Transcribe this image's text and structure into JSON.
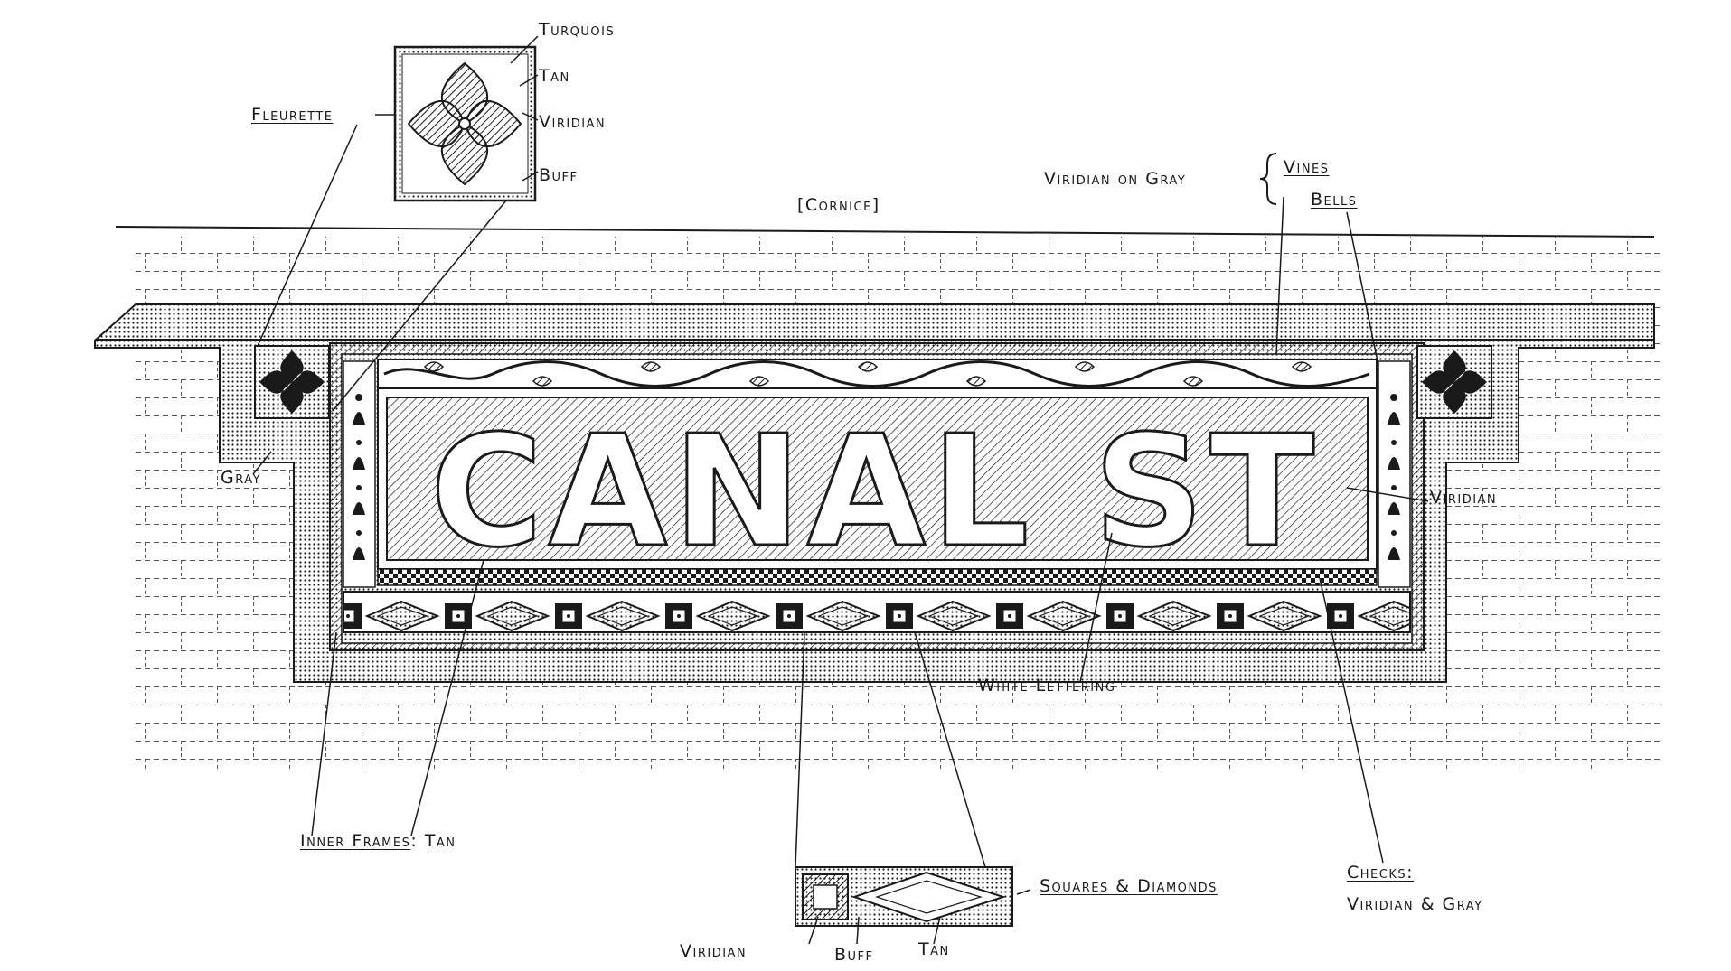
{
  "sign_text": "CANAL ST",
  "labels": {
    "turquois": "Turquois",
    "tan_top": "Tan",
    "viridian_top": "Viridian",
    "buff_top": "Buff",
    "fleurette": "Fleurette",
    "cornice": "[Cornice]",
    "viridian_on_gray": "Viridian on Gray",
    "vines": "Vines",
    "bells": "Bells",
    "gray": "Gray",
    "viridian_right": "Viridian",
    "white_lettering": "White Lettering",
    "inner_frames": "Inner Frames",
    "inner_frames_value": "Tan",
    "squares_diamonds": "Squares & Diamonds",
    "checks": "Checks:",
    "checks_value": "Viridian & Gray",
    "viridian_bottom": "Viridian",
    "buff_bottom": "Buff",
    "tan_bottom": "Tan"
  },
  "colors": {
    "ink": "#1a1a1a",
    "paper": "#ffffff"
  }
}
